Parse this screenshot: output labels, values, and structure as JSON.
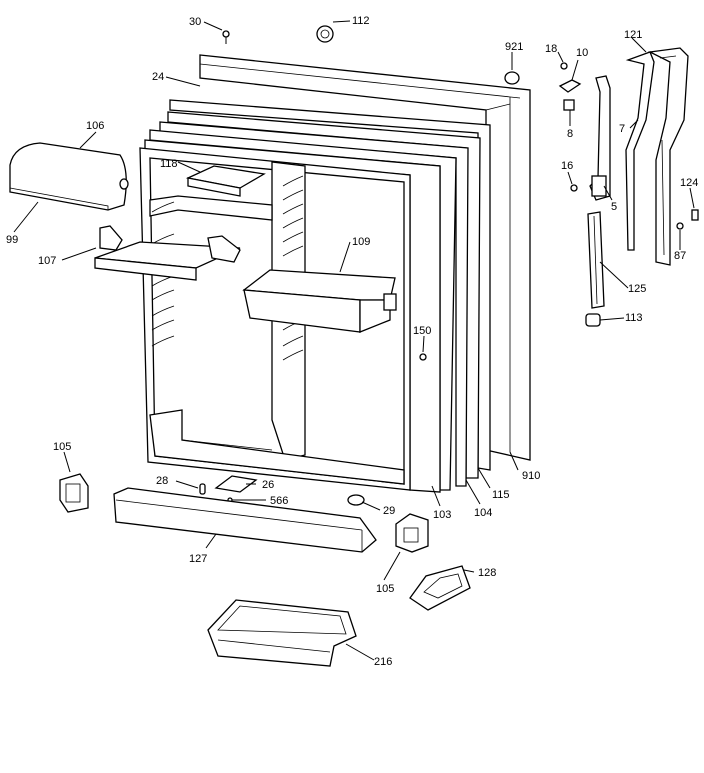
{
  "diagram": {
    "parts": [
      {
        "id": "p30",
        "label": "30"
      },
      {
        "id": "p112",
        "label": "112"
      },
      {
        "id": "p921",
        "label": "921"
      },
      {
        "id": "p18",
        "label": "18"
      },
      {
        "id": "p10",
        "label": "10"
      },
      {
        "id": "p121",
        "label": "121"
      },
      {
        "id": "p24",
        "label": "24"
      },
      {
        "id": "p106",
        "label": "106"
      },
      {
        "id": "p8",
        "label": "8"
      },
      {
        "id": "p7",
        "label": "7"
      },
      {
        "id": "p118",
        "label": "118"
      },
      {
        "id": "p16",
        "label": "16"
      },
      {
        "id": "p124",
        "label": "124"
      },
      {
        "id": "p99",
        "label": "99"
      },
      {
        "id": "p5",
        "label": "5"
      },
      {
        "id": "p107",
        "label": "107"
      },
      {
        "id": "p109",
        "label": "109"
      },
      {
        "id": "p87",
        "label": "87"
      },
      {
        "id": "p125",
        "label": "125"
      },
      {
        "id": "p113",
        "label": "113"
      },
      {
        "id": "p150",
        "label": "150"
      },
      {
        "id": "p105a",
        "label": "105"
      },
      {
        "id": "p910",
        "label": "910"
      },
      {
        "id": "p28",
        "label": "28"
      },
      {
        "id": "p26",
        "label": "26"
      },
      {
        "id": "p566",
        "label": "566"
      },
      {
        "id": "p115",
        "label": "115"
      },
      {
        "id": "p29",
        "label": "29"
      },
      {
        "id": "p103",
        "label": "103"
      },
      {
        "id": "p104",
        "label": "104"
      },
      {
        "id": "p127",
        "label": "127"
      },
      {
        "id": "p128",
        "label": "128"
      },
      {
        "id": "p105b",
        "label": "105"
      },
      {
        "id": "p216",
        "label": "216"
      }
    ]
  }
}
